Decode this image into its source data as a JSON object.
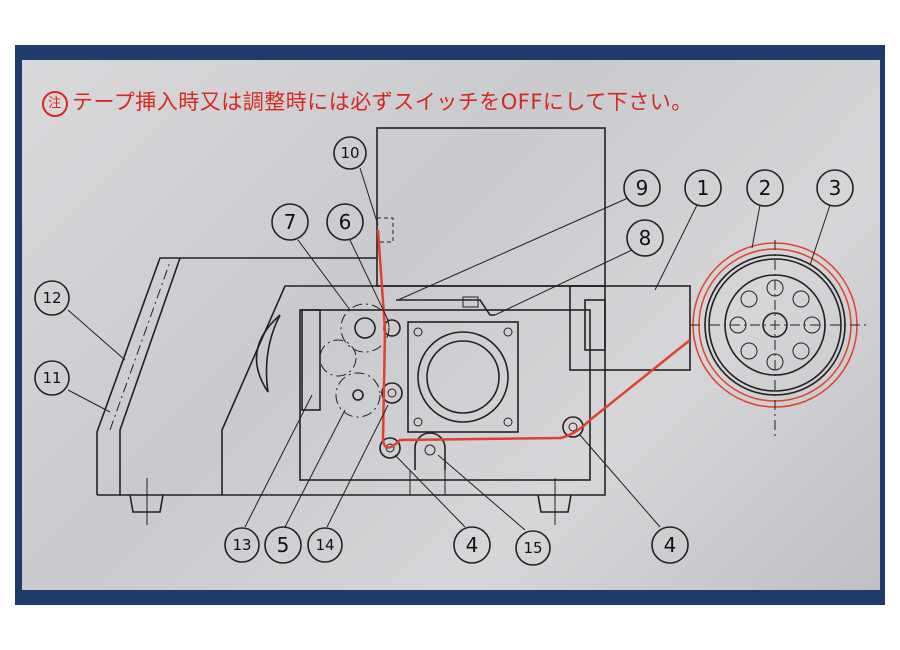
{
  "warning": {
    "mark": "注",
    "text": "テープ挿入時又は調整時には必ずスイッチをOFFにして下さい。"
  },
  "labels": {
    "l10": "10",
    "l7": "7",
    "l6": "6",
    "l9": "9",
    "l1": "1",
    "l2": "2",
    "l3": "3",
    "l8": "8",
    "l12": "12",
    "l11": "11",
    "l13": "13",
    "l5": "5",
    "l14": "14",
    "l4a": "4",
    "l15": "15",
    "l4b": "4"
  },
  "colors": {
    "tape": "#e2402a",
    "warning": "#d8281e",
    "frame": "#1f3b6a"
  }
}
